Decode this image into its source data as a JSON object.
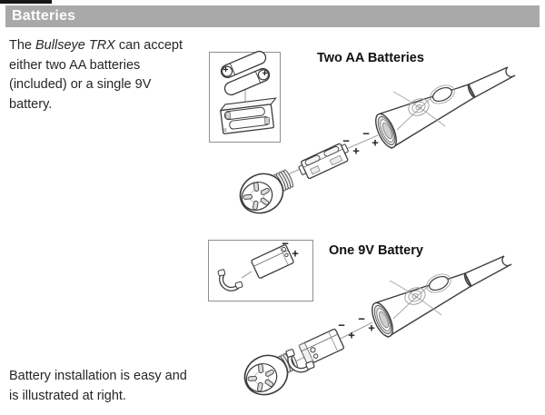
{
  "header": {
    "title": "Batteries",
    "bar_color": "#a9a9a9",
    "stripe_color": "#161616",
    "title_color": "#fdfdfd"
  },
  "intro": {
    "line1_before": "The ",
    "line1_product": "Bullseye TRX",
    "line1_after": " can accept",
    "line2": "either two AA batteries",
    "line3": "(included) or a single 9V",
    "line4": "battery."
  },
  "diagrams": {
    "two_aa": {
      "label": "Two AA Batteries"
    },
    "one_9v": {
      "label": "One 9V Battery"
    }
  },
  "symbols": {
    "plus": "+",
    "minus": "−"
  },
  "footer_note": {
    "line1": "Battery installation is easy and",
    "line2": "is illustrated at right."
  },
  "colors": {
    "art_stroke": "#3c3c3c",
    "art_light": "#9a9a9a",
    "inset_border": "#8f8f8f"
  }
}
